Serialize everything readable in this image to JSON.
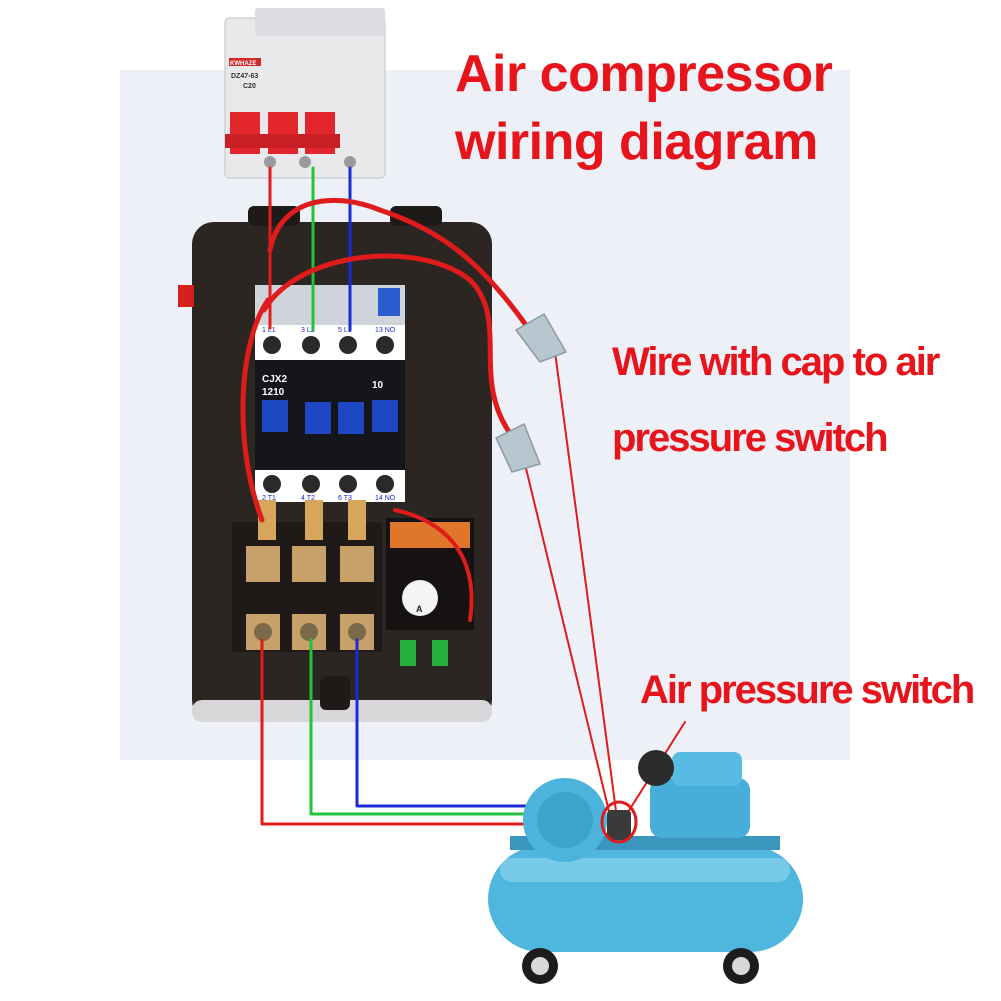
{
  "title": {
    "line1": "Air compressor",
    "line2": "wiring diagram"
  },
  "callouts": {
    "cap_wire_line1": "Wire with cap to air",
    "cap_wire_line2": "pressure switch",
    "air_pressure_switch": "Air pressure switch"
  },
  "breaker": {
    "model": "DZ47-63",
    "rating": "C20",
    "brand": "KWHAZE"
  },
  "contactor": {
    "model_line1": "CJX2",
    "model_line2": "1210",
    "aux_code": "10",
    "top_terminals": [
      "1 L1",
      "3 L2",
      "5 L3",
      "13 NO"
    ],
    "bottom_terminals": [
      "2 T1",
      "4 T2",
      "6 T3",
      "14 NO"
    ]
  },
  "overload_relay": {
    "dial_label": "A"
  },
  "wire_colors": {
    "red": "#e01b1b",
    "green": "#22c23a",
    "blue": "#1b2bd6",
    "cap": "#b8c7cf"
  },
  "colors": {
    "label_red": "#e8141b",
    "enclosure": "#2c2623",
    "compressor_blue": "#4fb6de"
  }
}
